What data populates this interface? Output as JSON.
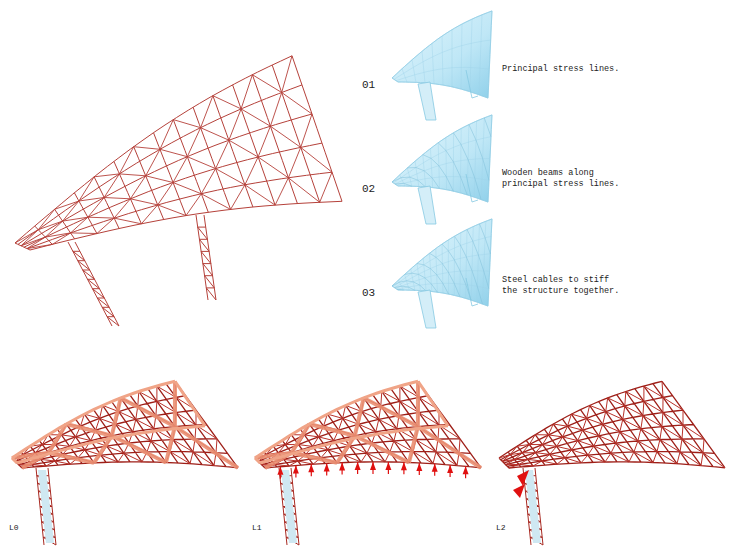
{
  "diagram": {
    "labels": [
      "01",
      "Principal stress lines.",
      "02",
      "Wooden beams along principal stress lines.",
      "03",
      "Steel cables to stiff the structure together.",
      "L0",
      "L1",
      "L2"
    ]
  }
}
